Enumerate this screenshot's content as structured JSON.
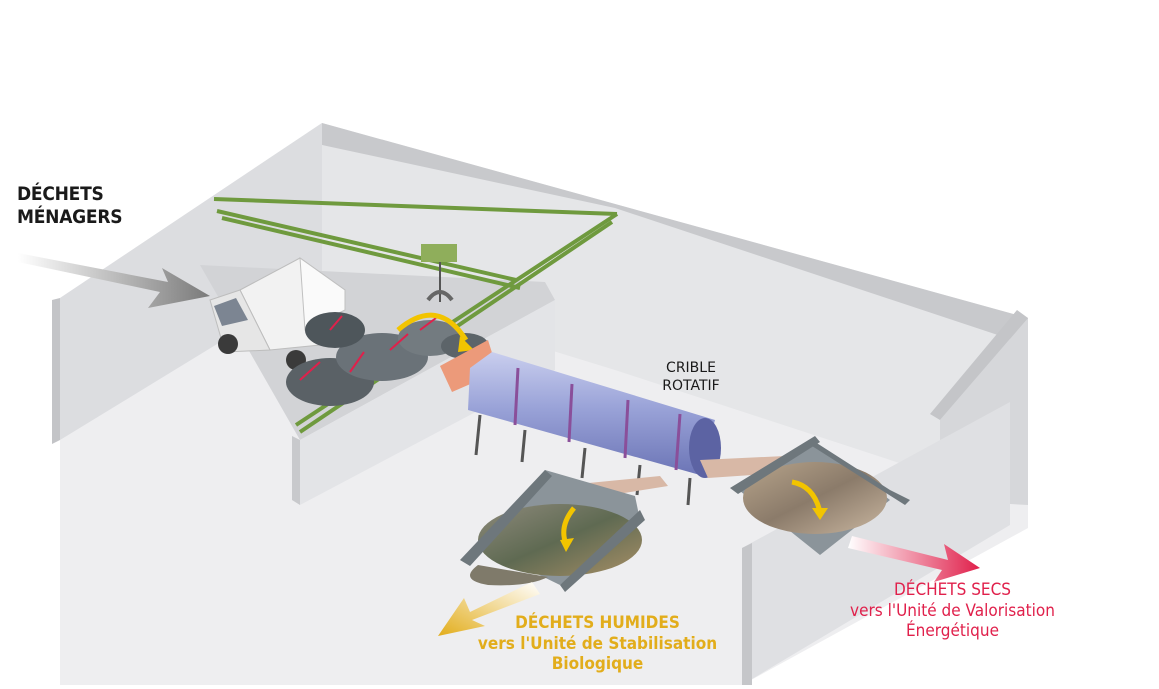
{
  "labels": {
    "household_waste": [
      "DÉCHETS",
      "MÉNAGERS"
    ],
    "rotary_screen": [
      "CRIBLE",
      "ROTATIF"
    ],
    "wet_waste": [
      "DÉCHETS HUMIDES",
      "vers l'Unité de Stabilisation",
      "Biologique"
    ],
    "dry_waste": [
      "DÉCHETS SECS",
      "vers l'Unité de Valorisation",
      "Énergétique"
    ]
  },
  "colors": {
    "wet_accent": "#e2ad1b",
    "dry_accent": "#e0204b",
    "drum": "#9aa3d8",
    "drum_rib": "#8a4f9a",
    "crane": "#6f9a3e",
    "wall": "#e4e5e7",
    "floor": "#efeff0",
    "chute": "#d8b8a6"
  }
}
